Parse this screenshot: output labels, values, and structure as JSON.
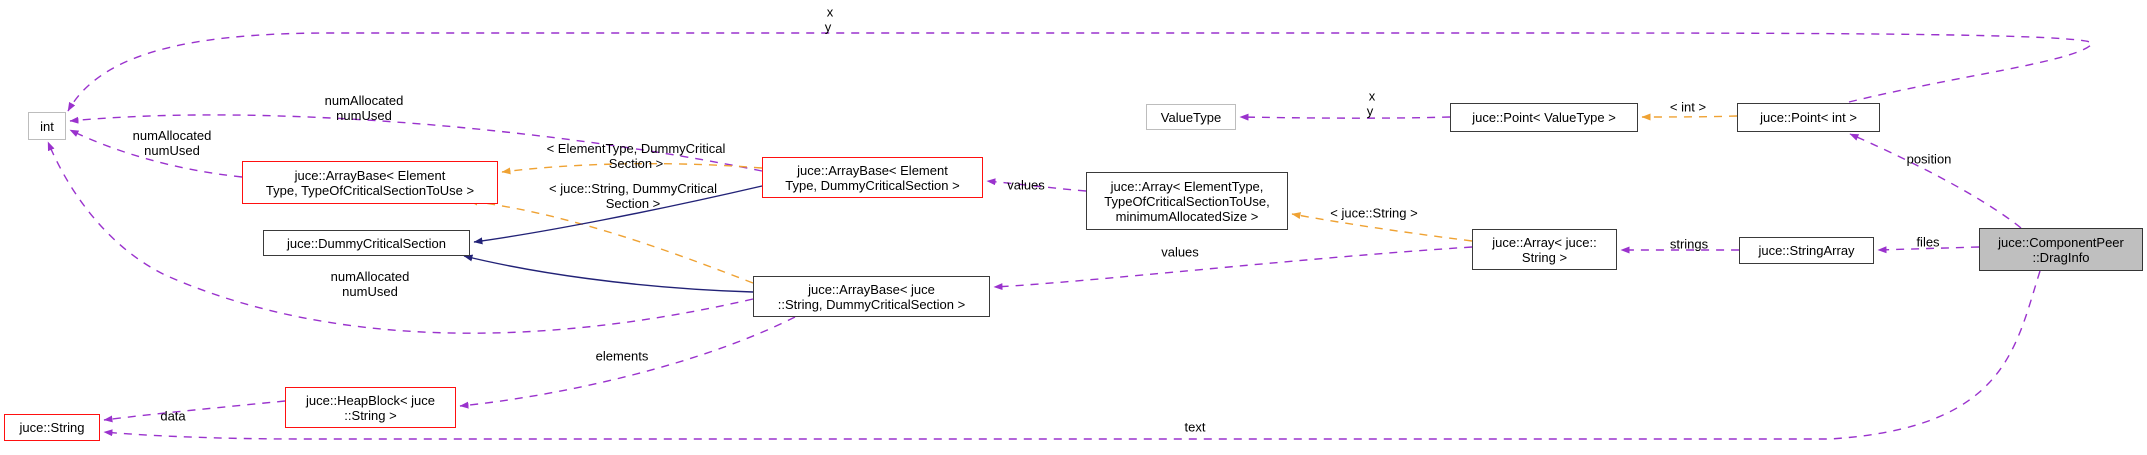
{
  "diagram": {
    "type": "collaboration-graph",
    "nodes": {
      "int": {
        "label": "int"
      },
      "arraybase_template": {
        "line1": "juce::ArrayBase< Element",
        "line2": "Type, TypeOfCriticalSectionToUse >"
      },
      "dummy_critical_section": {
        "label": "juce::DummyCriticalSection"
      },
      "arraybase_element_dummy": {
        "line1": "juce::ArrayBase< Element",
        "line2": "Type, DummyCriticalSection >"
      },
      "arraybase_string_dummy": {
        "line1": "juce::ArrayBase< juce",
        "line2": "::String, DummyCriticalSection >"
      },
      "array_template": {
        "line1": "juce::Array< ElementType,",
        "line2": "TypeOfCriticalSectionToUse,",
        "line3": "minimumAllocatedSize >"
      },
      "value_type": {
        "label": "ValueType"
      },
      "point_valuetype": {
        "label": "juce::Point< ValueType >"
      },
      "point_int": {
        "label": "juce::Point< int >"
      },
      "array_string": {
        "line1": "juce::Array< juce::",
        "line2": "String >"
      },
      "string_array": {
        "label": "juce::StringArray"
      },
      "drag_info": {
        "line1": "juce::ComponentPeer",
        "line2": "::DragInfo"
      },
      "heap_block": {
        "line1": "juce::HeapBlock< juce",
        "line2": "::String >"
      },
      "string": {
        "label": "juce::String"
      }
    },
    "edge_labels": {
      "xy_top_x": "x",
      "xy_top_y": "y",
      "num_upper_1": "numAllocated",
      "num_upper_2": "numUsed",
      "num_mid_1": "numAllocated",
      "num_mid_2": "numUsed",
      "num_lower_1": "numAllocated",
      "num_lower_2": "numUsed",
      "tmpl_element_dummy_1": "< ElementType, DummyCritical",
      "tmpl_element_dummy_2": "Section >",
      "tmpl_string_dummy_1": "< juce::String, DummyCritical",
      "tmpl_string_dummy_2": "Section >",
      "values_upper": "values",
      "values_lower": "values",
      "tmpl_juce_string": "< juce::String >",
      "tmpl_int": "< int >",
      "xy_vt_x": "x",
      "xy_vt_y": "y",
      "strings": "strings",
      "files": "files",
      "position": "position",
      "elements": "elements",
      "data": "data",
      "text": "text"
    },
    "colors": {
      "usage_edge": "#9a32cd",
      "template_edge": "#efa233",
      "inheritance_edge": "#222277",
      "truncated_border": "#ff0f0f",
      "node_border": "#3a3a3a",
      "external_border": "#bdbdbd",
      "current_node_fill": "#bfbfbf"
    }
  }
}
